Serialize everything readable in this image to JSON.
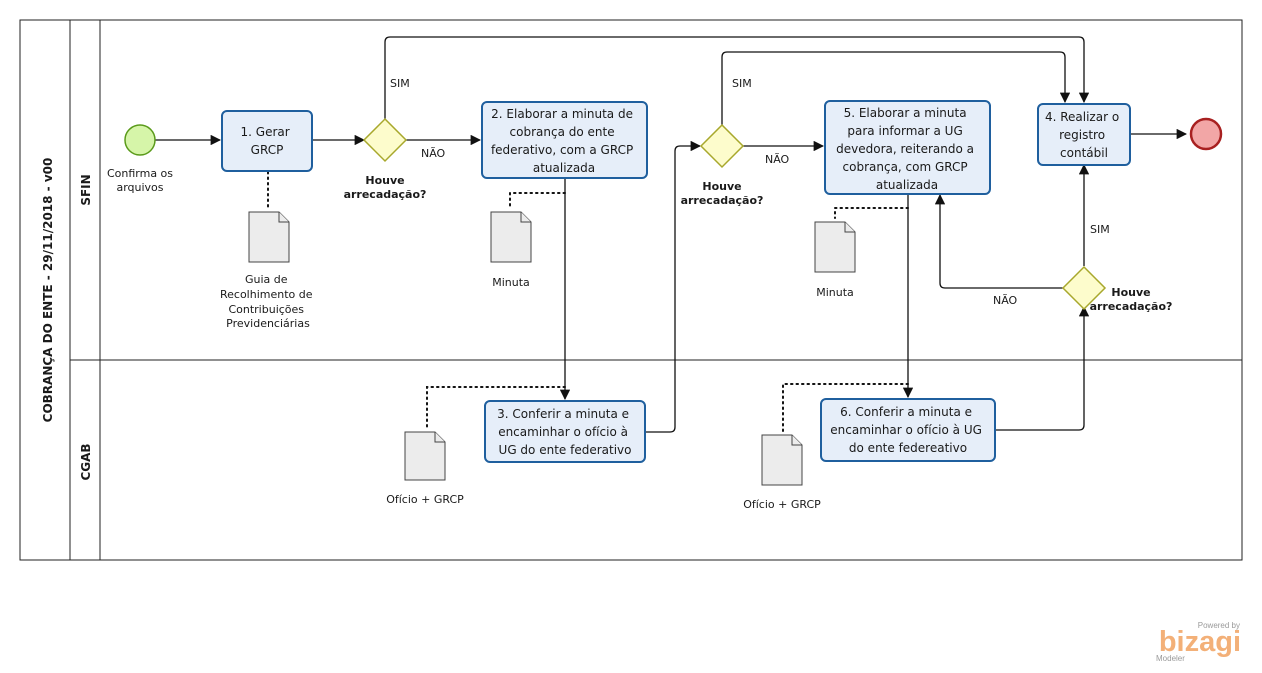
{
  "pool": {
    "title": "COBRANÇA DO ENTE - 29/11/2018 - v00"
  },
  "lanes": {
    "sfin": "SFIN",
    "cgab": "CGAB"
  },
  "events": {
    "start_label_1": "Confirma os",
    "start_label_2": "arquivos"
  },
  "tasks": {
    "t1": [
      "1. Gerar",
      "GRCP"
    ],
    "t2": [
      "2. Elaborar a minuta de",
      "cobrança do ente",
      "federativo, com a GRCP",
      "atualizada"
    ],
    "t3": [
      "3. Conferir a minuta e",
      "encaminhar o ofício à",
      "UG do ente federativo"
    ],
    "t4": [
      "4. Realizar o",
      "registro",
      "contábil"
    ],
    "t5": [
      "5. Elaborar a minuta",
      "para informar a UG",
      "devedora, reiterando a",
      "cobrança, com GRCP",
      "atualizada"
    ],
    "t6": [
      "6. Conferir a minuta e",
      "encaminhar o ofício à UG",
      "do ente federeativo"
    ]
  },
  "gateways": {
    "label_1": "Houve",
    "label_2": "arrecadação?"
  },
  "flow_labels": {
    "yes": "SIM",
    "no": "NÃO"
  },
  "documents": {
    "d1": [
      "Guia de",
      "Recolhimento de",
      "Contribuições",
      "Previdenciárias"
    ],
    "d2": "Minuta",
    "d3": "Ofício + GRCP",
    "d4": "Minuta",
    "d5": "Ofício + GRCP"
  },
  "brand": {
    "powered": "Powered by",
    "name": "bizagi",
    "product": "Modeler"
  },
  "colors": {
    "task_fill": "#e6eef9",
    "task_stroke": "#1f5f9e",
    "gateway_fill": "#fdfccc",
    "gateway_stroke": "#a8a82c",
    "start_fill": "#d6f5a9",
    "start_stroke": "#5a9a1a",
    "end_fill": "#f2a6a6",
    "end_stroke": "#a82020",
    "brand": "#f3b078"
  }
}
